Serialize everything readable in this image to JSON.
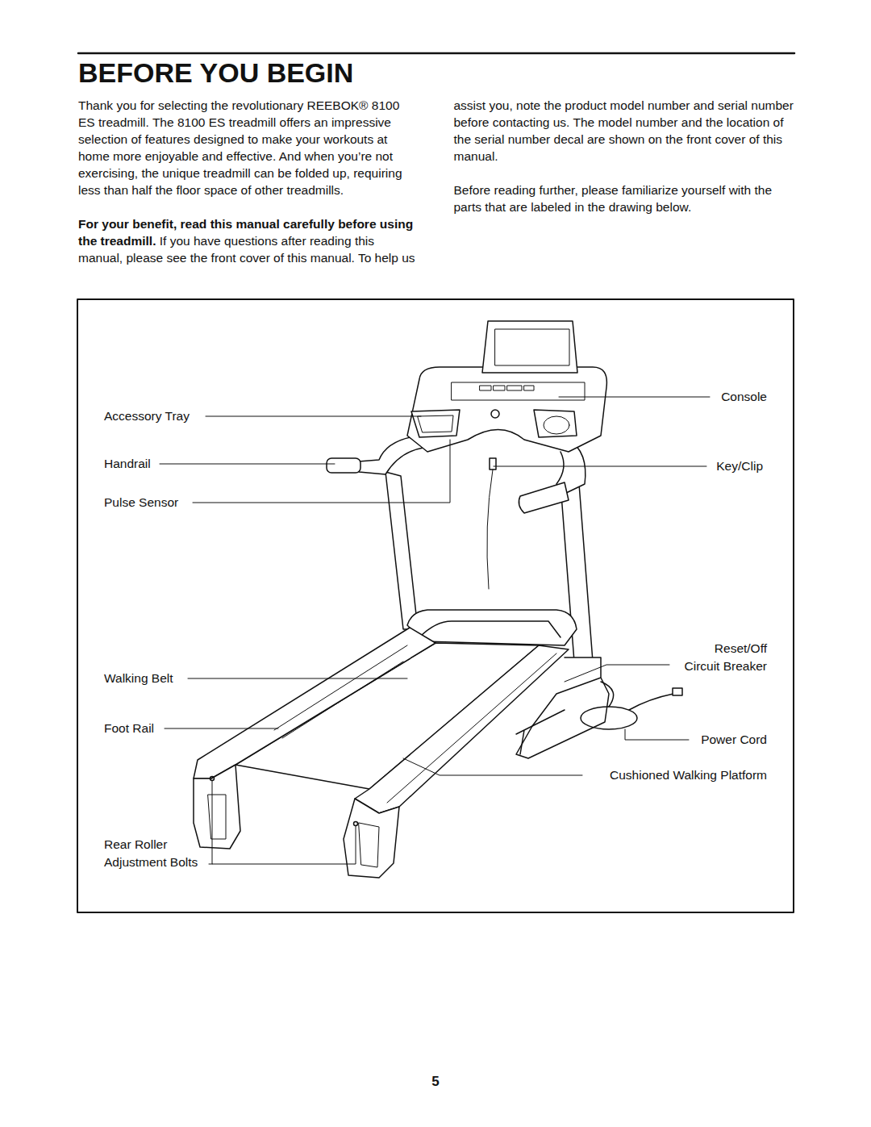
{
  "diagram": {
    "title": "BEFORE YOU BEGIN",
    "labels": [
      "Thank you for selecting the revolutionary REEBOK® 8100 ES treadmill. The 8100 ES treadmill offers an impressive selection of features designed to make your workouts at home more enjoyable and effective. And when you’re not exercising, the unique treadmill can be folded up, requiring less than half the floor space of other treadmills.",
      "For your benefit, read this manual carefully before using the treadmill.",
      "If you have questions after reading this manual, please see the front cover of this manual. To help us assist you, note the product model number and serial number before contacting us. The model number and the location of the serial number decal are shown on the front cover of this manual.",
      "Before reading further, please familiarize yourself with the parts that are labeled in the drawing below.",
      "Accessory Tray",
      "Handrail",
      "Pulse Sensor",
      "Walking Belt",
      "Foot Rail",
      "Rear Roller Adjustment Bolts",
      "Console",
      "Key/Clip",
      "Reset/Off Circuit Breaker",
      "Power Cord",
      "Cushioned Walking Platform",
      "5"
    ]
  }
}
